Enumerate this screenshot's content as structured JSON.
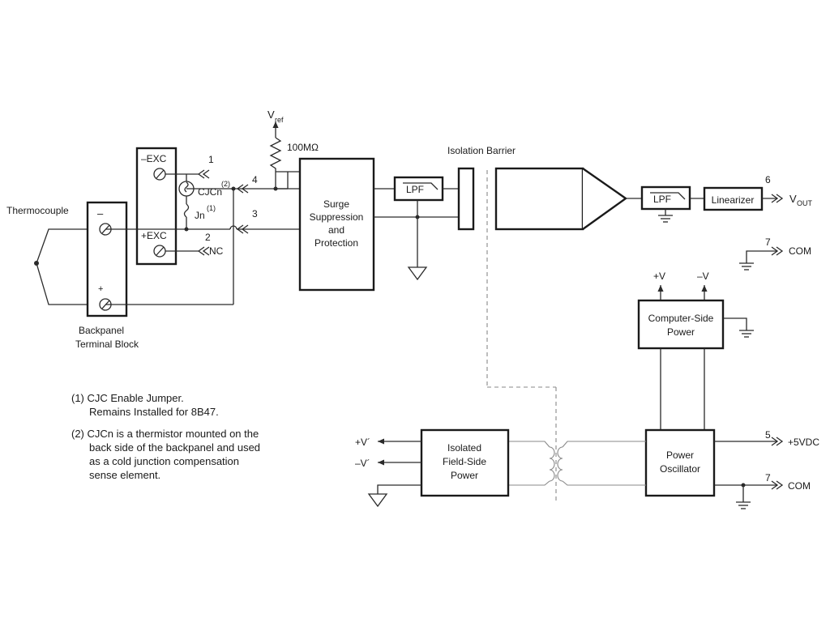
{
  "labels": {
    "thermocouple": "Thermocouple",
    "backpanel": [
      "Backpanel",
      "Terminal Block"
    ],
    "minus": "–",
    "plus": "+",
    "exc_neg": "–EXC",
    "exc_pos": "+EXC",
    "cjcn": "CJCn",
    "cjcn_note": "(2)",
    "jn": "Jn",
    "jn_note": "(1)",
    "nc": "NC",
    "vref": "V",
    "vref_sub": "ref",
    "resistor": "100MΩ",
    "surge": [
      "Surge",
      "Suppression",
      "and",
      "Protection"
    ],
    "lpf": "LPF",
    "isolation_barrier": "Isolation Barrier",
    "linearizer": "Linearizer",
    "vout": "V",
    "vout_sub": "OUT",
    "com": "COM",
    "plus_v": "+V",
    "minus_v": "–V",
    "computer_power": [
      "Computer-Side",
      "Power"
    ],
    "field_power": [
      "Isolated",
      "Field-Side",
      "Power"
    ],
    "oscillator": [
      "Power",
      "Oscillator"
    ],
    "plus_vprime": "+V´",
    "minus_vprime": "–V´",
    "plus5vdc": "+5VDC"
  },
  "pins": {
    "p1": "1",
    "p2": "2",
    "p3": "3",
    "p4": "4",
    "p5": "5",
    "p6": "6",
    "p7a": "7",
    "p7b": "7"
  },
  "notes": {
    "note1_line1": "(1) CJC Enable Jumper.",
    "note1_line2": "Remains Installed for 8B47.",
    "note2_line1": "(2) CJCn is a thermistor mounted on the",
    "note2_line2": "back side of the backpanel and used",
    "note2_line3": "as a cold junction compensation",
    "note2_line4": "sense element."
  }
}
